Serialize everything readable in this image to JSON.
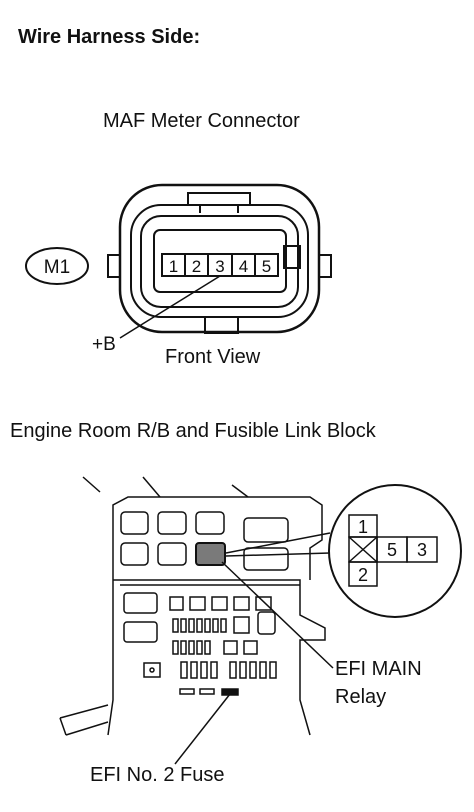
{
  "header": {
    "title": "Wire Harness Side:"
  },
  "maf_connector": {
    "title": "MAF Meter Connector",
    "connector_id": "M1",
    "pins": [
      "1",
      "2",
      "3",
      "4",
      "5"
    ],
    "pin_label": "+B",
    "view_label": "Front View"
  },
  "relay_block": {
    "title": "Engine Room R/B and Fusible Link Block",
    "terminals": [
      "1",
      "5",
      "3",
      "2"
    ],
    "efi_main_line1": "EFI MAIN",
    "efi_main_line2": "Relay",
    "efi_fuse_label": "EFI No. 2 Fuse"
  }
}
